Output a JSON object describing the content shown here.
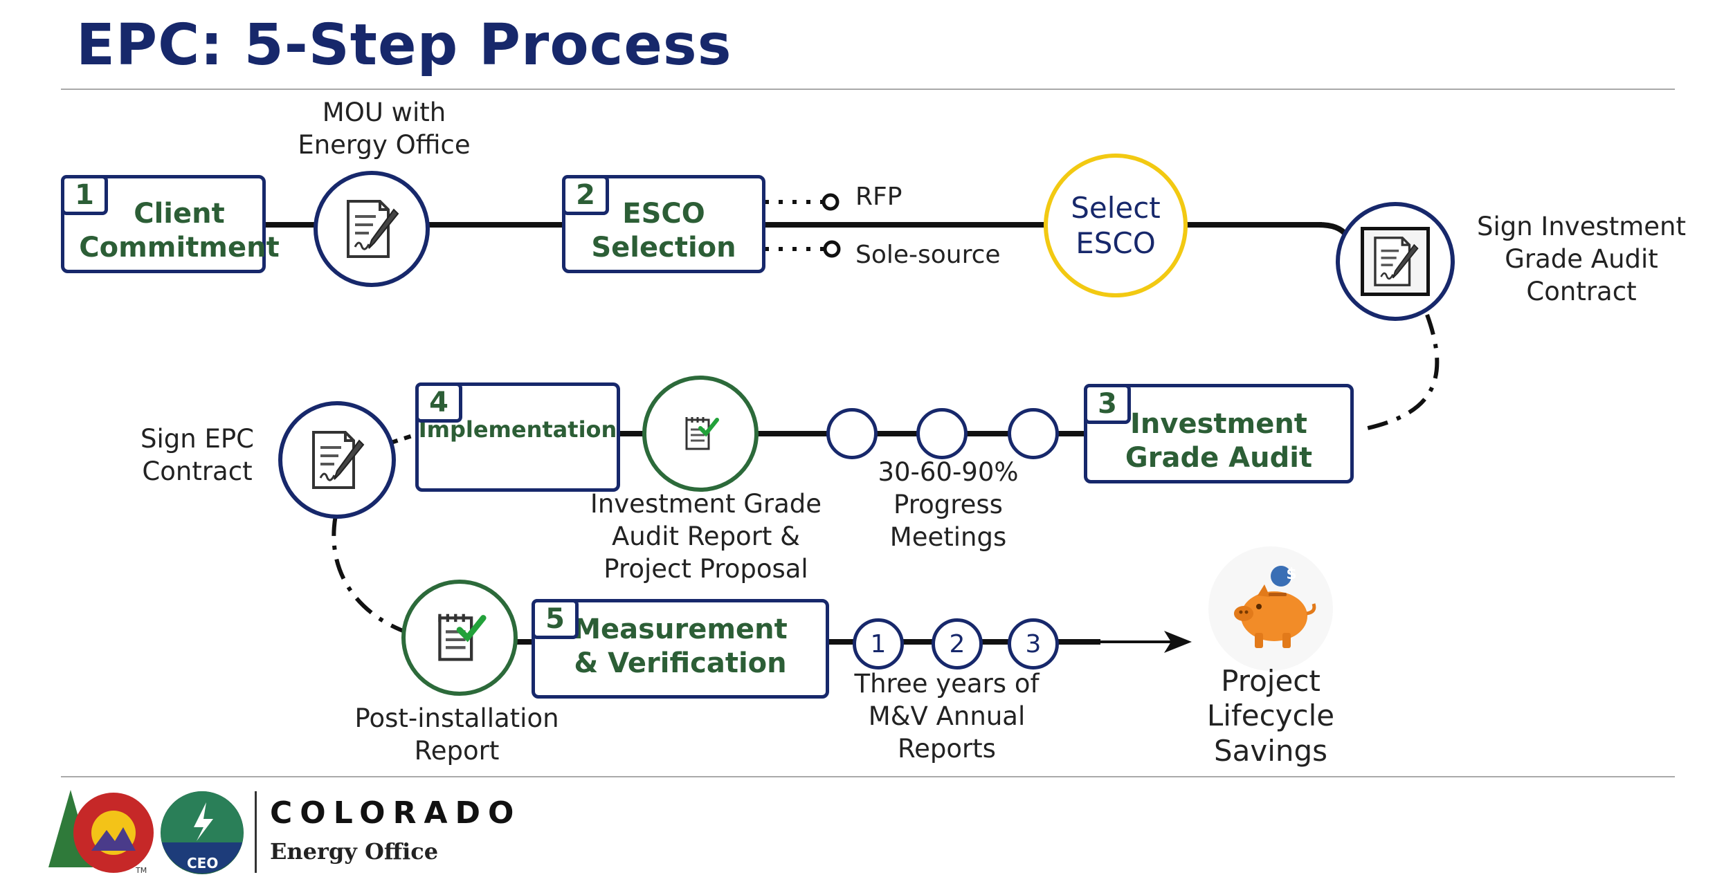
{
  "title": "EPC: 5-Step Process",
  "steps": [
    {
      "number": "1",
      "label_lines": [
        "Client",
        "Commitment"
      ]
    },
    {
      "number": "2",
      "label_lines": [
        "ESCO",
        "Selection"
      ]
    },
    {
      "number": "3",
      "label_lines": [
        "Investment",
        "Grade Audit"
      ]
    },
    {
      "number": "4",
      "label_lines": [
        "Implementation"
      ]
    },
    {
      "number": "5",
      "label_lines": [
        "Measurement",
        "& Verification"
      ]
    }
  ],
  "labels": {
    "mou": [
      "MOU with",
      "Energy Office"
    ],
    "rfp": "RFP",
    "sole_source": "Sole-source",
    "select_esco": [
      "Select",
      "ESCO"
    ],
    "sign_iga": [
      "Sign Investment",
      "Grade Audit",
      "Contract"
    ],
    "sign_epc": [
      "Sign EPC",
      "Contract"
    ],
    "iga_report": [
      "Investment Grade",
      "Audit Report &",
      "Project Proposal"
    ],
    "progress_meetings": [
      "30-60-90%",
      "Progress",
      "Meetings"
    ],
    "post_install": [
      "Post-installation",
      "Report"
    ],
    "mv_reports": [
      "Three years of",
      "M&V Annual",
      "Reports"
    ],
    "lifecycle": [
      "Project",
      "Lifecycle",
      "Savings"
    ],
    "mv_numbers": [
      "1",
      "2",
      "3"
    ],
    "piggy_coin": "$"
  },
  "logo": {
    "wordmark": "COLORADO",
    "subtitle": "Energy Office",
    "badge": "CEO",
    "trademark": "TM"
  },
  "icons": {
    "mou": "document-sign-icon",
    "iga_contract": "document-sign-icon",
    "epc_contract": "document-sign-icon",
    "iga_report": "checklist-icon",
    "post_install": "checklist-icon",
    "savings": "piggy-bank-icon"
  },
  "colors": {
    "navy": "#17286b",
    "green_text": "#2c5e36",
    "green_circle": "#2c6a3a",
    "yellow": "#f2c912",
    "piggy": "#f28c28"
  }
}
